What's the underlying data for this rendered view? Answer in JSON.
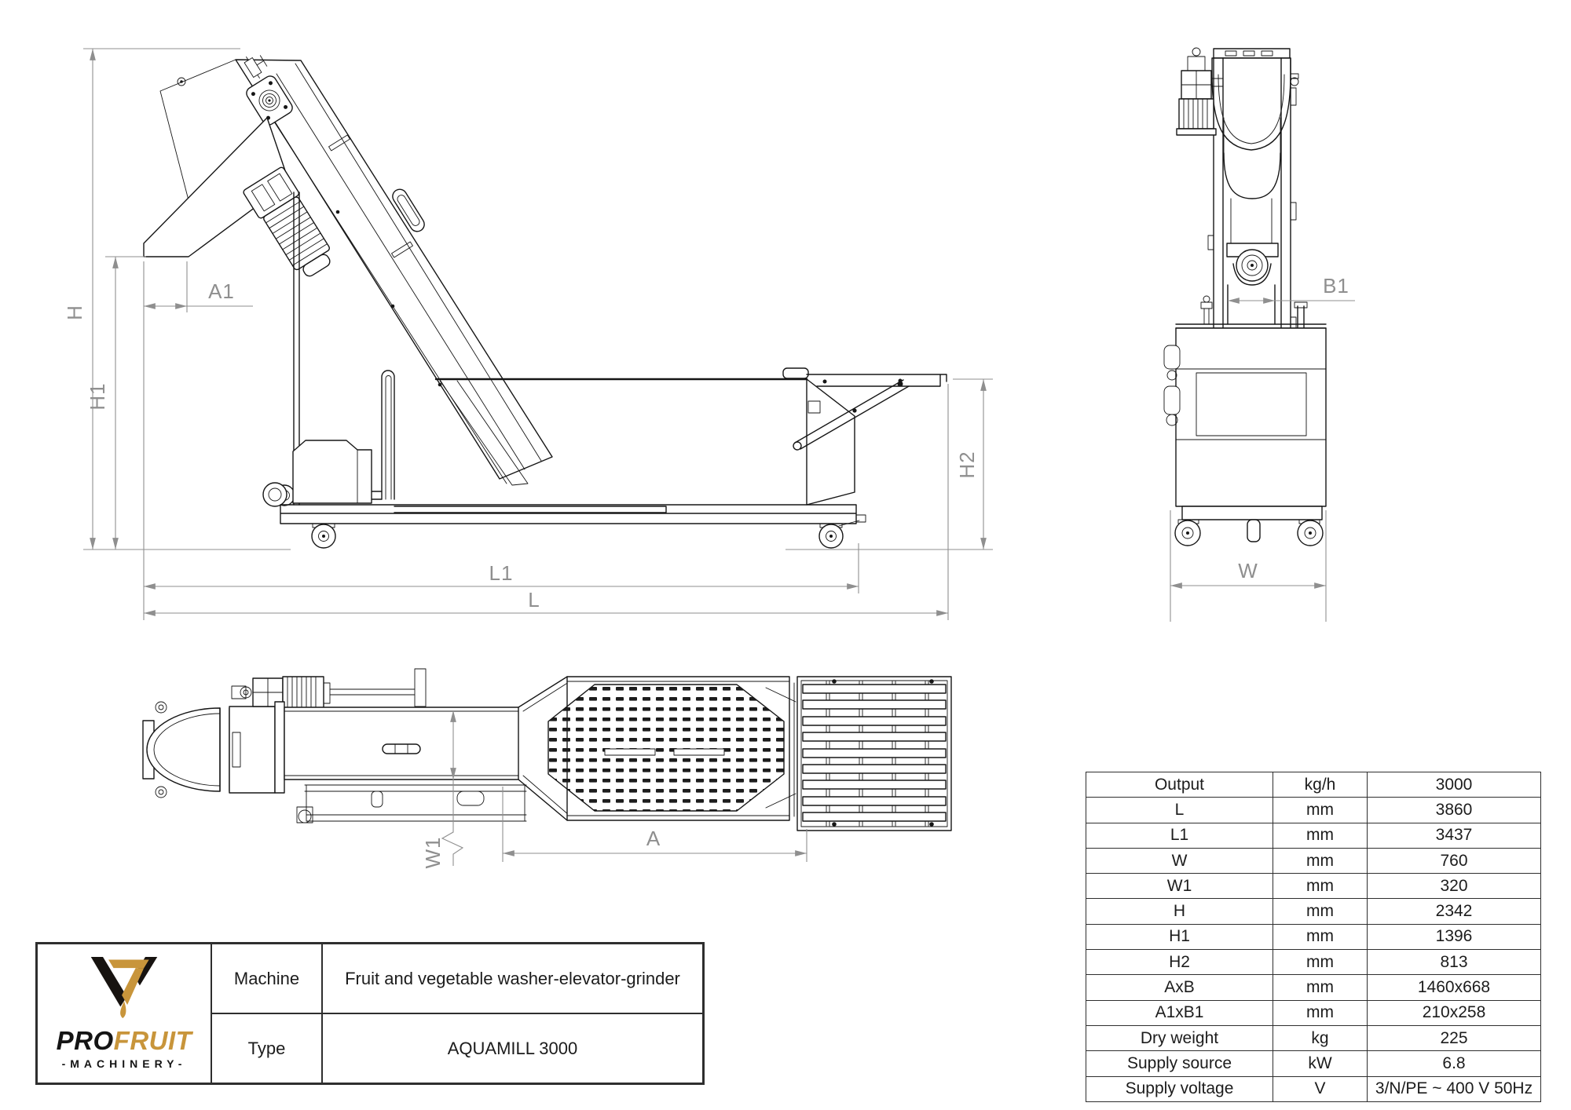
{
  "drawing": {
    "dim_labels": {
      "h": "H",
      "h1": "H1",
      "a1": "A1",
      "l1": "L1",
      "l": "L",
      "h2": "H2",
      "b1": "B1",
      "w": "W",
      "w1": "W1",
      "a": "A"
    }
  },
  "title_block": {
    "machine_label": "Machine",
    "machine_value": "Fruit and vegetable washer-elevator-grinder",
    "type_label": "Type",
    "type_value": "AQUAMILL 3000",
    "logo": {
      "pro": "PRO",
      "fruit": "FRUIT",
      "machinery": "-MACHINERY-"
    }
  },
  "spec_table": {
    "rows": [
      {
        "param": "Output",
        "unit": "kg/h",
        "value": "3000"
      },
      {
        "param": "L",
        "unit": "mm",
        "value": "3860"
      },
      {
        "param": "L1",
        "unit": "mm",
        "value": "3437"
      },
      {
        "param": "W",
        "unit": "mm",
        "value": "760"
      },
      {
        "param": "W1",
        "unit": "mm",
        "value": "320"
      },
      {
        "param": "H",
        "unit": "mm",
        "value": "2342"
      },
      {
        "param": "H1",
        "unit": "mm",
        "value": "1396"
      },
      {
        "param": "H2",
        "unit": "mm",
        "value": "813"
      },
      {
        "param": "AxB",
        "unit": "mm",
        "value": "1460x668"
      },
      {
        "param": "A1xB1",
        "unit": "mm",
        "value": "210x258"
      },
      {
        "param": "Dry weight",
        "unit": "kg",
        "value": "225"
      },
      {
        "param": "Supply source",
        "unit": "kW",
        "value": "6.8"
      },
      {
        "param": "Supply voltage",
        "unit": "V",
        "value": "3/N/PE ~ 400 V 50Hz"
      }
    ]
  },
  "colors": {
    "line": "#161616",
    "dimension": "#8f8f8f",
    "gold": "#C8953B",
    "black": "#141414"
  }
}
